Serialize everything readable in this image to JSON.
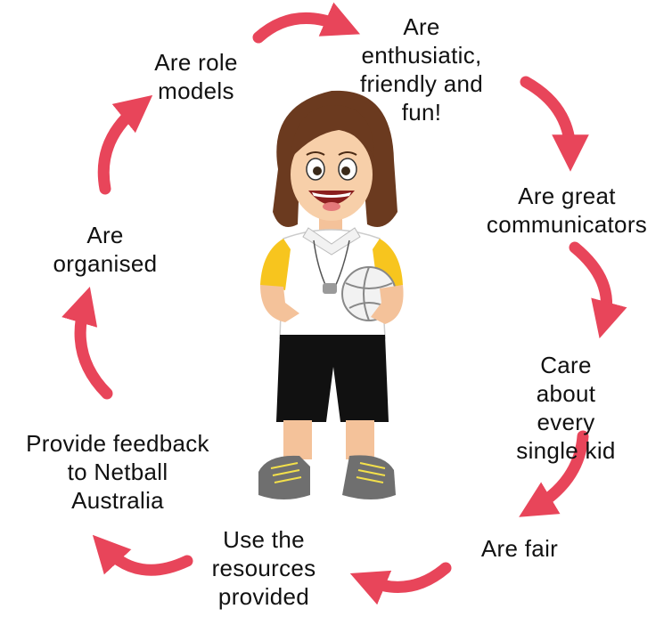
{
  "diagram": {
    "accent_color": "#e8455a",
    "center_figure": "cartoon-netball-coach-girl",
    "labels": {
      "role_models": "Are role\nmodels",
      "enthusiastic": "Are\nenthusiatic,\nfriendly and\nfun!",
      "communicators": "Are great\ncommunicators",
      "care": "Care about\nevery single kid",
      "fair": "Are fair",
      "resources": "Use the\nresources\nprovided",
      "feedback": "Provide feedback\nto Netball\nAustralia",
      "organised": "Are\norganised"
    }
  }
}
